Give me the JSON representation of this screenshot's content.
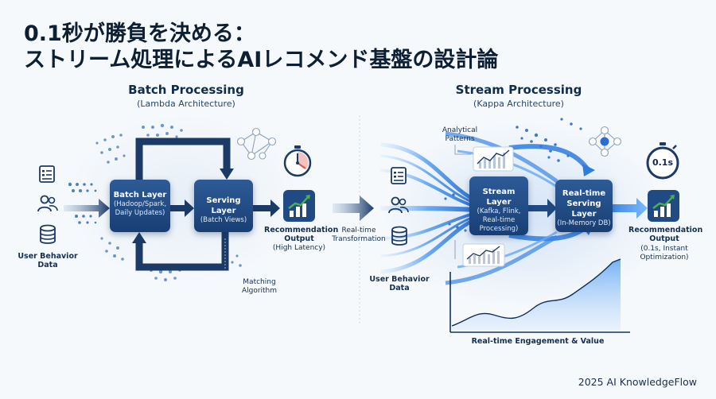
{
  "title": {
    "line1": "0.1秒が勝負を決める：",
    "line2": "ストリーム処理によるAIレコメンド基盤の設計論"
  },
  "batch": {
    "heading": "Batch Processing",
    "subheading": "(Lambda Architecture)",
    "input_label": "User Behavior Data",
    "batch_layer": {
      "title": "Batch Layer",
      "detail": "(Hadoop/Spark, Daily Updates)"
    },
    "serving_layer": {
      "title": "Serving Layer",
      "detail": "(Batch Views)"
    },
    "output_title": "Recommendation Output",
    "output_detail": "(High Latency)",
    "matching_label": "Matching Algorithm"
  },
  "transition_label": "Real-time Transformation",
  "stream": {
    "heading": "Stream Processing",
    "subheading": "(Kappa Architecture)",
    "analytics_label": "Analytical Patterns",
    "input_label": "User Behavior Data",
    "stream_layer": {
      "title": "Stream Layer",
      "detail": "(Kafka, Flink, Real-time Processing)"
    },
    "serving_layer": {
      "title": "Real-time Serving Layer",
      "detail": "(In-Memory DB)"
    },
    "output_title": "Recommendation Output",
    "output_detail": "(0.1s, Instant Optimization)",
    "timer_value": "0.1s",
    "chart_label": "Real-time Engagement & Value"
  },
  "footer": "2025 AI KnowledgeFlow",
  "colors": {
    "box": "#1f4a83",
    "accent": "#2b7de0",
    "dark": "#10284a",
    "clock_hand": "#e2574c",
    "chart_green": "#4caf50"
  },
  "icons": [
    "document-icon",
    "users-icon",
    "database-icon",
    "clock-icon",
    "stopwatch-icon",
    "network-icon",
    "bar-chart-icon",
    "line-chart-icon"
  ]
}
